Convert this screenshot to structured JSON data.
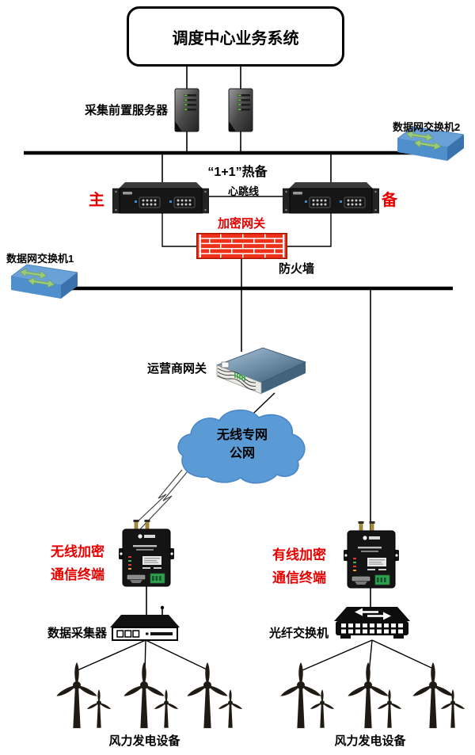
{
  "labels": {
    "title": "调度中心业务系统",
    "front_server": "采集前置服务器",
    "switch2": "数据网交换机2",
    "switch1": "数据网交换机1",
    "hot_standby": "“1+1”热备",
    "primary": "主",
    "backup": "备",
    "heartbeat": "心跳线",
    "encryption_gateway": "加密网关",
    "firewall": "防火墙",
    "carrier_gateway": "运营商网关",
    "cloud_line1": "无线专网",
    "cloud_line2": "公网",
    "wireless_terminal_line1": "无线加密",
    "wireless_terminal_line2": "通信终端",
    "wired_terminal_line1": "有线加密",
    "wired_terminal_line2": "通信终端",
    "data_collector": "数据采集器",
    "fiber_switch": "光纤交换机",
    "wind_farm_left": "风力发电设备",
    "wind_farm_right": "风力发电设备"
  },
  "colors": {
    "red_text": "#e60000",
    "firewall_red": "#ee3118",
    "switch_blue": "#5b9bd5",
    "switch_arrow_green": "#9ccc7a",
    "cloud_blue": "#5b9bd5",
    "server_led_green": "#6abf4b",
    "terminal_block_green": "#2ea04d",
    "antenna_gold": "#a98b3a",
    "line_black": "#000000"
  }
}
